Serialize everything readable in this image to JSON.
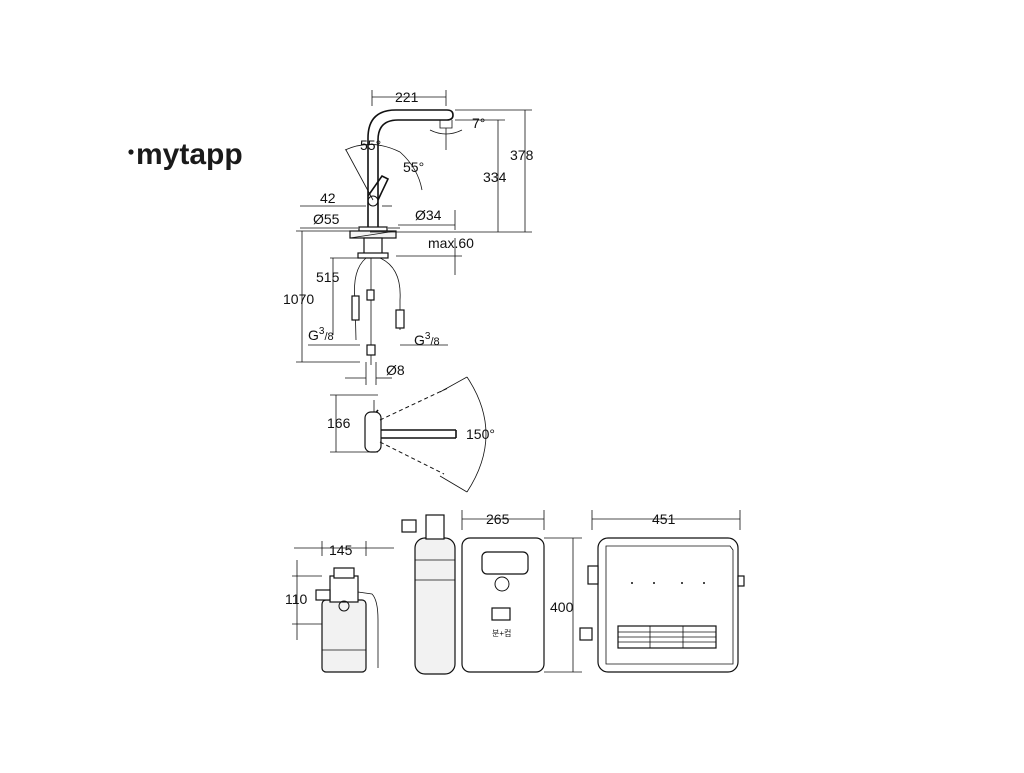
{
  "brand": {
    "logo_text": "mytapp"
  },
  "dimensions": {
    "width_221": "221",
    "angle_7": "7°",
    "height_378": "378",
    "height_334": "334",
    "angle_55_top": "55°",
    "angle_55_right": "55°",
    "dim_42": "42",
    "dia_55": "Ø55",
    "dia_34": "Ø34",
    "max_60": "max.60",
    "hose_515": "515",
    "hose_1070": "1070",
    "thread_left_main": "G",
    "thread_left_sup": "3",
    "thread_left_sub": "/8",
    "thread_right_main": "G",
    "thread_right_sup": "3",
    "thread_right_sub": "/8",
    "dia_8": "Ø8",
    "height_166": "166",
    "swivel_150": "150°",
    "filter_145": "145",
    "filter_110": "110",
    "boiler_265": "265",
    "boiler_400": "400",
    "boiler_451": "451",
    "panel_label": "분+컵"
  }
}
